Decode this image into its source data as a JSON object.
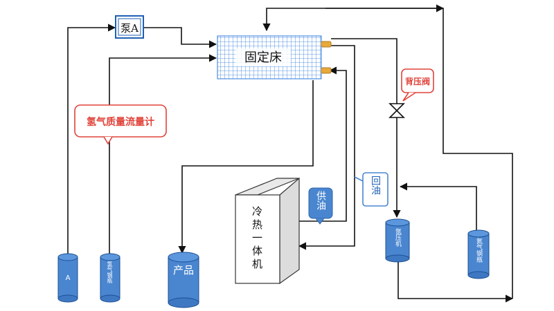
{
  "pump": {
    "label": "泵A"
  },
  "bed": {
    "label": "固定床"
  },
  "h2_meter": {
    "label": "氢气质量流量计"
  },
  "bpr": {
    "label": "背压阀"
  },
  "chiller": {
    "label": "冷热一体机"
  },
  "supply_oil": {
    "label": "供油"
  },
  "return_oil": {
    "label": "回油"
  },
  "cylinders": {
    "a": "A",
    "h2": "氢气钢瓶",
    "product": "产品",
    "ar": "氩压机",
    "n2": "氮气钢瓶"
  },
  "colors": {
    "line": "#111111",
    "bed_fill": "#ffffff",
    "bed_grid": "#1e6fd9",
    "cylinder": "#4a86d0",
    "callout_fill": "#4a86d0",
    "red_text": "#e0433a",
    "nozzle": "#e7a93b"
  }
}
